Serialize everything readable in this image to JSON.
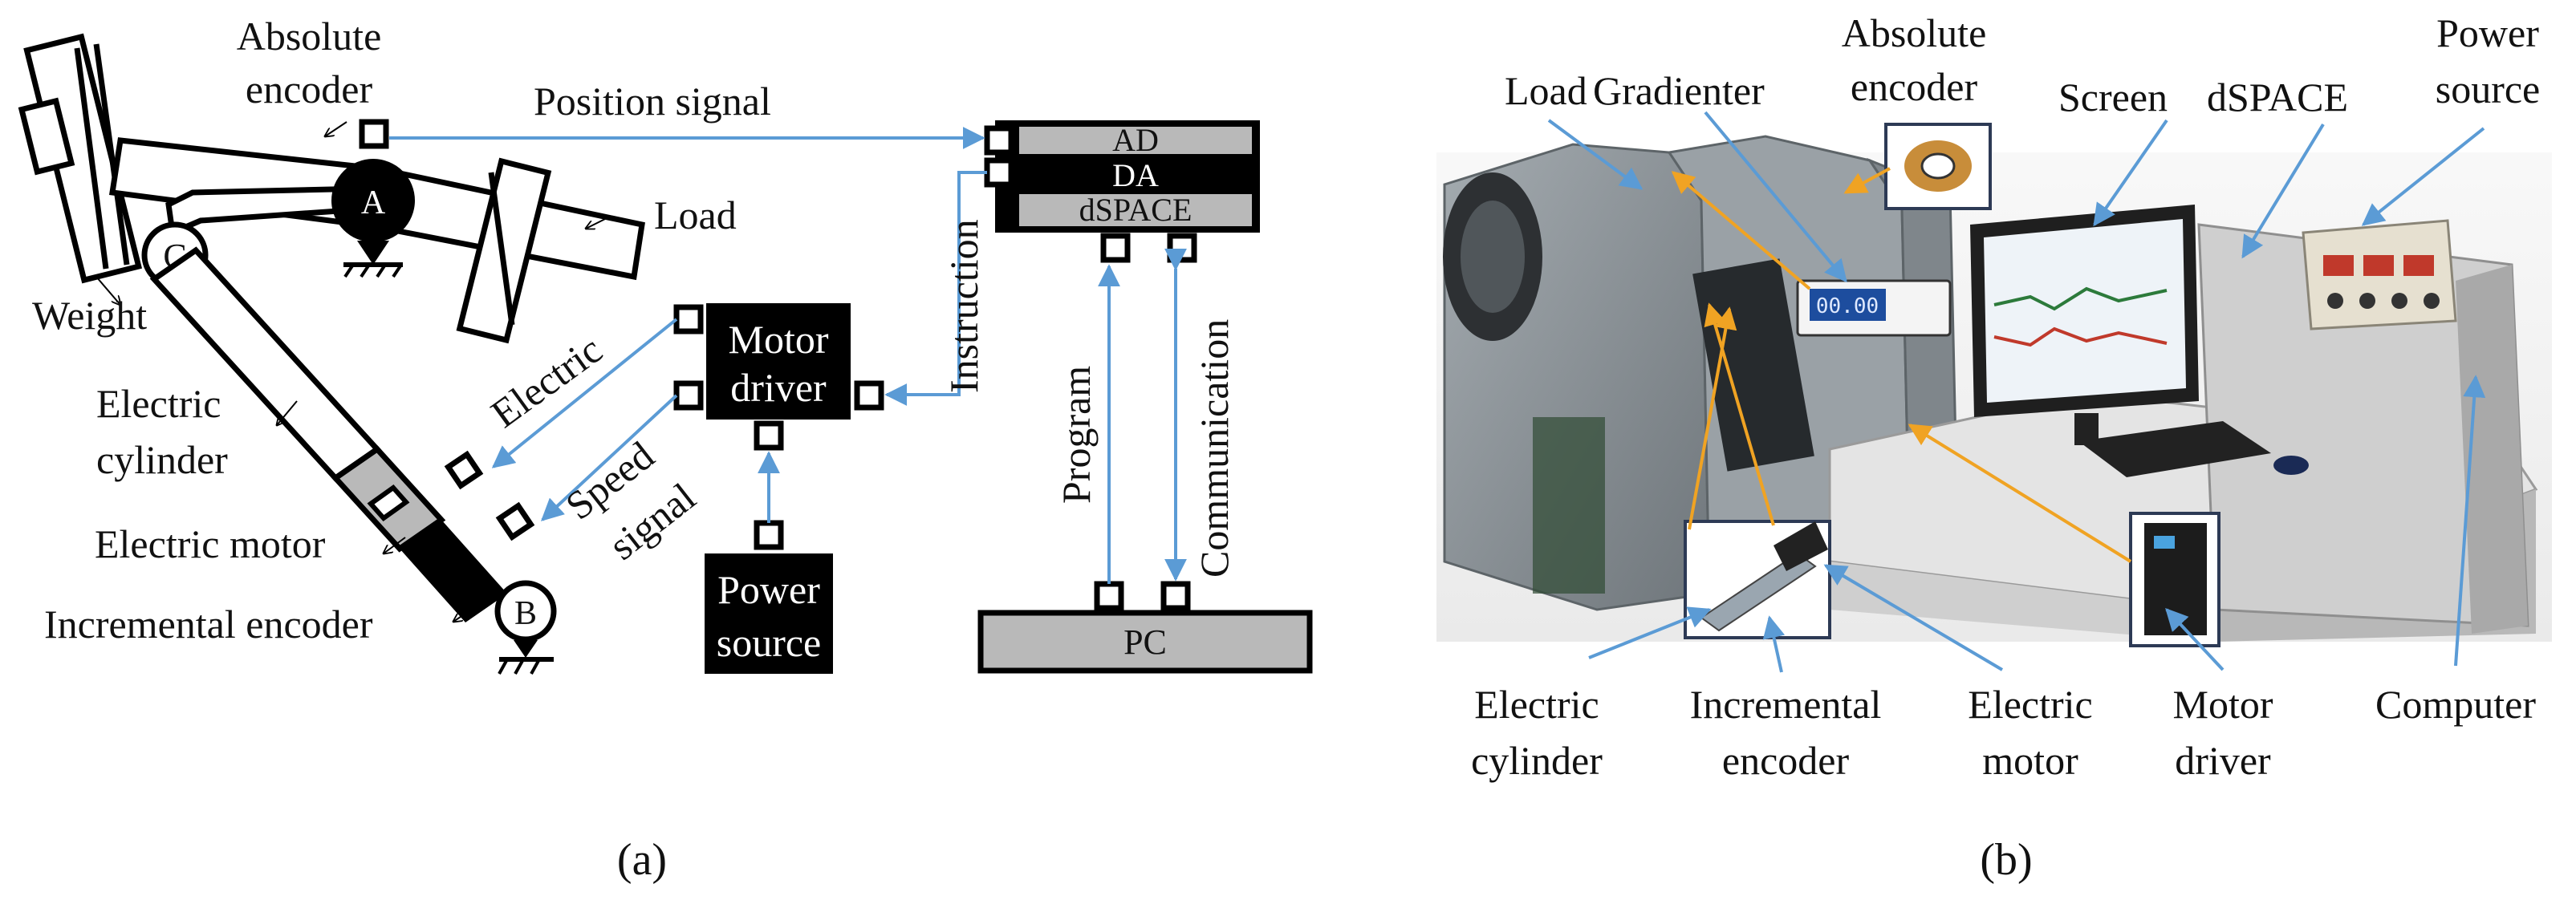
{
  "panel_a": {
    "caption": "(a)",
    "labels": {
      "absolute_encoder": [
        "Absolute",
        "encoder"
      ],
      "position_signal": "Position signal",
      "load": "Load",
      "weight": "Weight",
      "electric_cylinder": [
        "Electric",
        "cylinder"
      ],
      "electric_motor": "Electric motor",
      "incremental_encoder": "Incremental encoder",
      "electric": "Electric",
      "speed_signal": [
        "Speed",
        "signal"
      ],
      "motor_driver": [
        "Motor",
        "driver"
      ],
      "power_source": [
        "Power",
        "source"
      ],
      "instruction": "Instruction",
      "program": "Program",
      "communication": "Communication",
      "pc": "PC",
      "ad": "AD",
      "da": "DA",
      "dspace": "dSPACE",
      "joint_a": "A",
      "joint_b": "B",
      "joint_c": "C"
    }
  },
  "panel_b": {
    "caption": "(b)",
    "labels": {
      "load": "Load",
      "gradienter": "Gradienter",
      "absolute_encoder": [
        "Absolute",
        "encoder"
      ],
      "screen": "Screen",
      "dspace": "dSPACE",
      "power_source": [
        "Power",
        "source"
      ],
      "electric_cylinder": [
        "Electric",
        "cylinder"
      ],
      "incremental_encoder": [
        "Incremental",
        "encoder"
      ],
      "electric_motor": [
        "Electric",
        "motor"
      ],
      "motor_driver": [
        "Motor",
        "driver"
      ],
      "computer": "Computer"
    },
    "gauge_readout": "00.00"
  },
  "colors": {
    "signal_arrow": "#5b9bd5",
    "photo_pointer": "#f0a323",
    "machine_grey": "#8c9398",
    "block_grey": "#b9b9b9"
  }
}
